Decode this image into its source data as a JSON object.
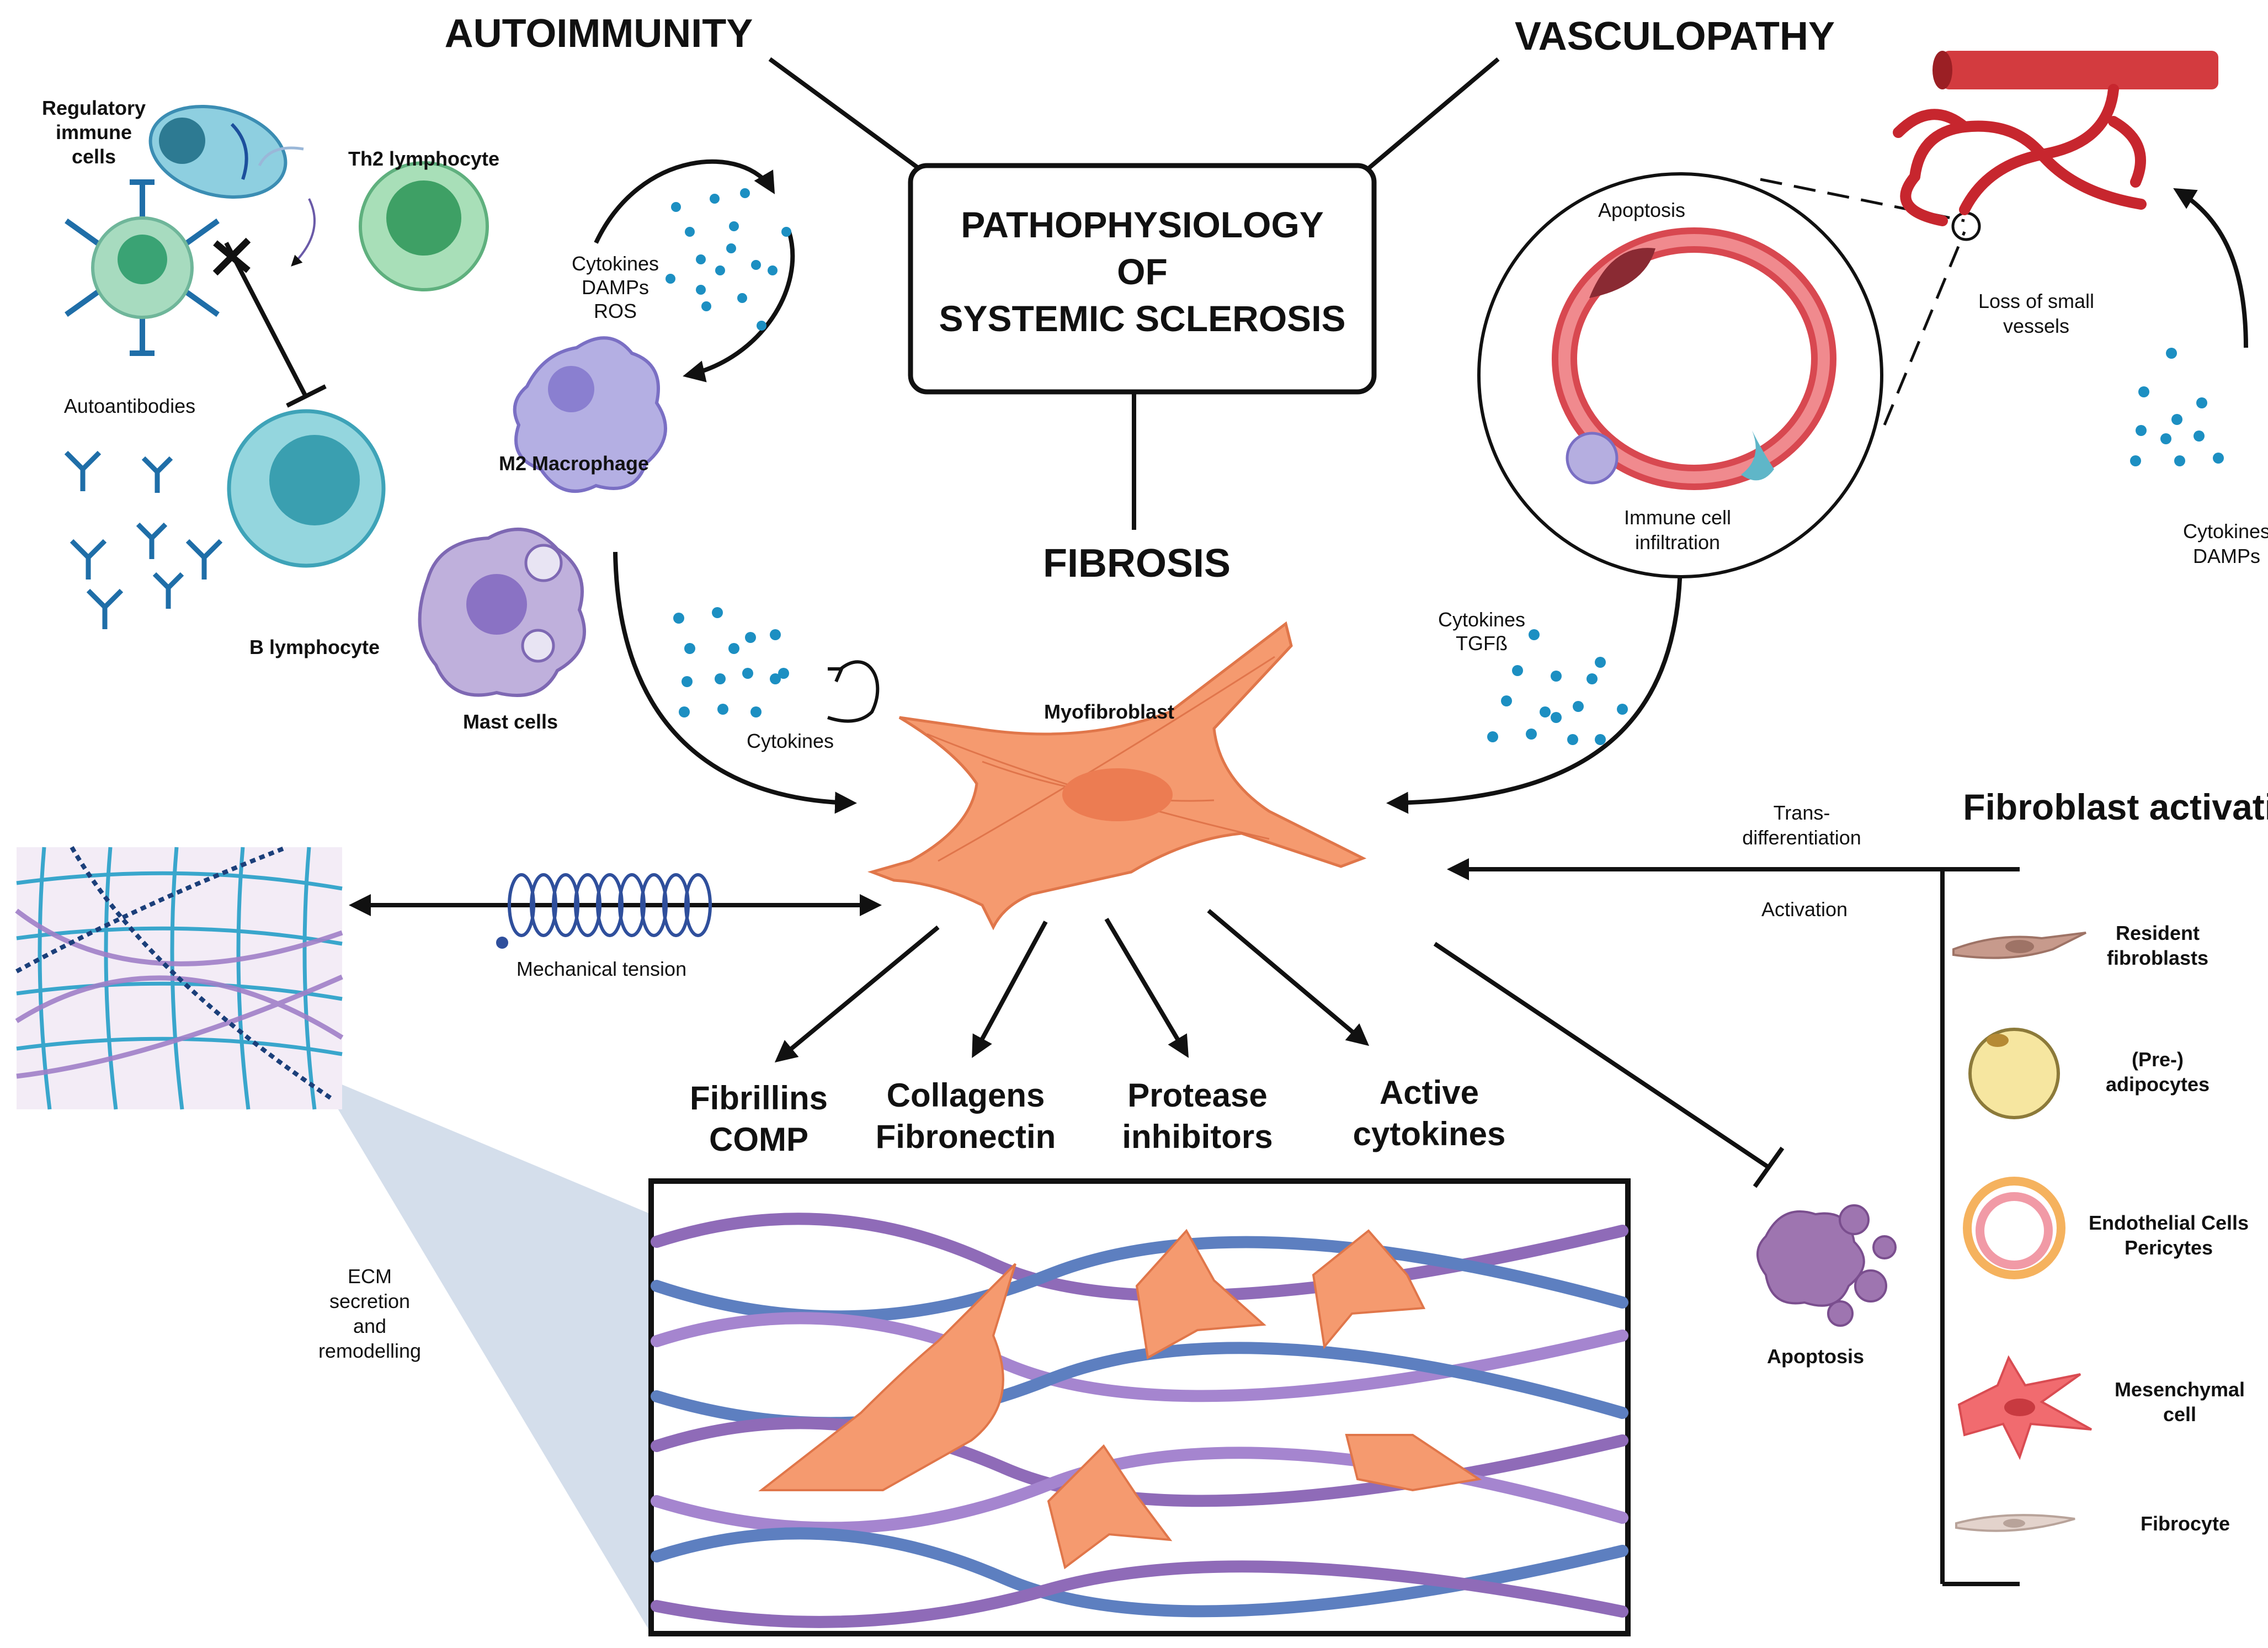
{
  "title": {
    "line1": "PATHOPHYSIOLOGY",
    "line2": "OF",
    "line3": "SYSTEMIC SCLEROSIS"
  },
  "headings": {
    "autoimmunity": "AUTOIMMUNITY",
    "vasculopathy": "VASCULOPATHY",
    "fibrosis": "FIBROSIS",
    "fibroblast_activation": "Fibroblast activation"
  },
  "autoimmunity": {
    "regulatory_cells": [
      "Regulatory",
      "immune",
      "cells"
    ],
    "th2": "Th2 lymphocyte",
    "autoantibodies": "Autoantibodies",
    "b_lymphocyte": "B lymphocyte",
    "cytokine_list": [
      "Cytokines",
      "DAMPs",
      "ROS"
    ],
    "m2_macrophage": "M2 Macrophage",
    "mast_cells": "Mast cells"
  },
  "vasculopathy": {
    "apoptosis": "Apoptosis",
    "immune_infiltration": [
      "Immune cell",
      "infiltration"
    ],
    "loss_small_vessels": [
      "Loss of small",
      "vessels"
    ],
    "cytokines_damps": [
      "Cytokines",
      "DAMPs"
    ]
  },
  "center": {
    "cytokines_left": "Cytokines",
    "cytokines_tgfb": [
      "Cytokines",
      "TGFß"
    ],
    "myofibroblast": "Myofibroblast",
    "mechanical_tension": "Mechanical tension",
    "trans_diff": [
      "Trans-",
      "differentiation"
    ],
    "activation": "Activation",
    "apoptosis": "Apoptosis",
    "ecm_secretion": [
      "ECM",
      "secretion",
      "and",
      "remodelling"
    ]
  },
  "products": [
    {
      "line1": "Fibrillins",
      "line2": "COMP"
    },
    {
      "line1": "Collagens",
      "line2": "Fibronectin"
    },
    {
      "line1": "Protease",
      "line2": "inhibitors"
    },
    {
      "line1": "Active",
      "line2": "cytokines"
    }
  ],
  "fibroblast_sources": [
    {
      "line1": "Resident",
      "line2": "fibroblasts"
    },
    {
      "line1": "(Pre-)",
      "line2": "adipocytes"
    },
    {
      "line1": "Endothelial Cells",
      "line2": "Pericytes"
    },
    {
      "line1": "Mesenchymal",
      "line2": "cell"
    },
    {
      "line1": "Fibrocyte",
      "line2": ""
    }
  ],
  "colors": {
    "myofibroblast": "#f59a6f",
    "vessel_red": "#c7262e",
    "collagen_purple": "#8f6bb8",
    "collagen_blue": "#5d7fc0",
    "dot_blue": "#1c8fc2",
    "b_cell_teal": "#6cc3cf",
    "th2_green": "#7fcf95",
    "macrophage_purple": "#a9a3dc"
  }
}
